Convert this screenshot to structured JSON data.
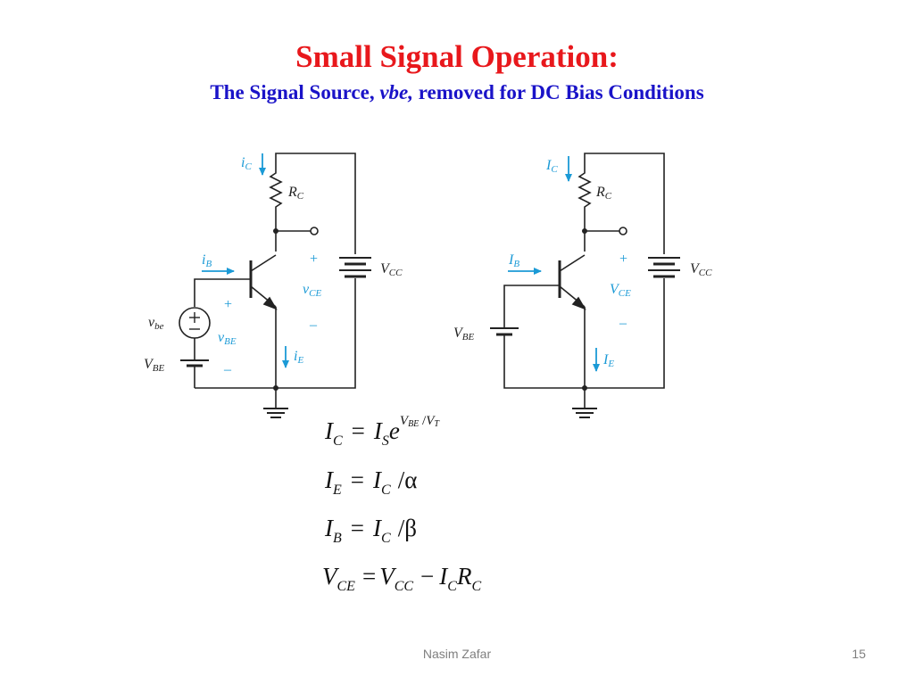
{
  "slide": {
    "title": "Small Signal Operation:",
    "subtitle_pre": "The Signal Source, ",
    "subtitle_em": "vbe,",
    "subtitle_post": " removed for DC Bias Conditions",
    "footer_author": "Nasim Zafar",
    "page_number": "15"
  },
  "colors": {
    "title": "#e8181c",
    "subtitle": "#1a13c8",
    "wire": "#222222",
    "label_blue": "#1b9ad6"
  },
  "left_circuit": {
    "ic": "i",
    "ic_sub": "C",
    "rc": "R",
    "rc_sub": "C",
    "ib": "i",
    "ib_sub": "B",
    "plus_ce": "+",
    "vce": "v",
    "vce_sub": "CE",
    "minus_ce": "–",
    "vcc": "V",
    "vcc_sub": "CC",
    "vbe_src": "v",
    "vbe_src_sub": "be",
    "plus_be": "+",
    "vbe": "v",
    "vbe_sub": "BE",
    "minus_be": "–",
    "ie": "i",
    "ie_sub": "E",
    "vbe_batt": "V",
    "vbe_batt_sub": "BE"
  },
  "right_circuit": {
    "ic": "I",
    "ic_sub": "C",
    "rc": "R",
    "rc_sub": "C",
    "ib": "I",
    "ib_sub": "B",
    "plus_ce": "+",
    "vce": "V",
    "vce_sub": "CE",
    "minus_ce": "–",
    "vcc": "V",
    "vcc_sub": "CC",
    "vbe_batt": "V",
    "vbe_batt_sub": "BE",
    "ie": "I",
    "ie_sub": "E"
  },
  "equations": {
    "eq1": {
      "lhs": "I",
      "lhs_sub": "C",
      "eq": "=",
      "r1": "I",
      "r1_sub": "S",
      "r2": "e",
      "exp1": "V",
      "exp1_sub": "BE",
      "exp_slash": " /",
      "exp2": "V",
      "exp2_sub": "T"
    },
    "eq2": {
      "lhs": "I",
      "lhs_sub": "E",
      "eq": "=",
      "r1": "I",
      "r1_sub": "C",
      "op": "/",
      "r2": "α"
    },
    "eq3": {
      "lhs": "I",
      "lhs_sub": "B",
      "eq": "=",
      "r1": "I",
      "r1_sub": "C",
      "op": "/",
      "r2": "β"
    },
    "eq4": {
      "lhs": "V",
      "lhs_sub": "CE",
      "eq": "=",
      "r1": "V",
      "r1_sub": "CC",
      "op": "−",
      "r2": "I",
      "r2_sub": "C",
      "r3": "R",
      "r3_sub": "C"
    }
  }
}
